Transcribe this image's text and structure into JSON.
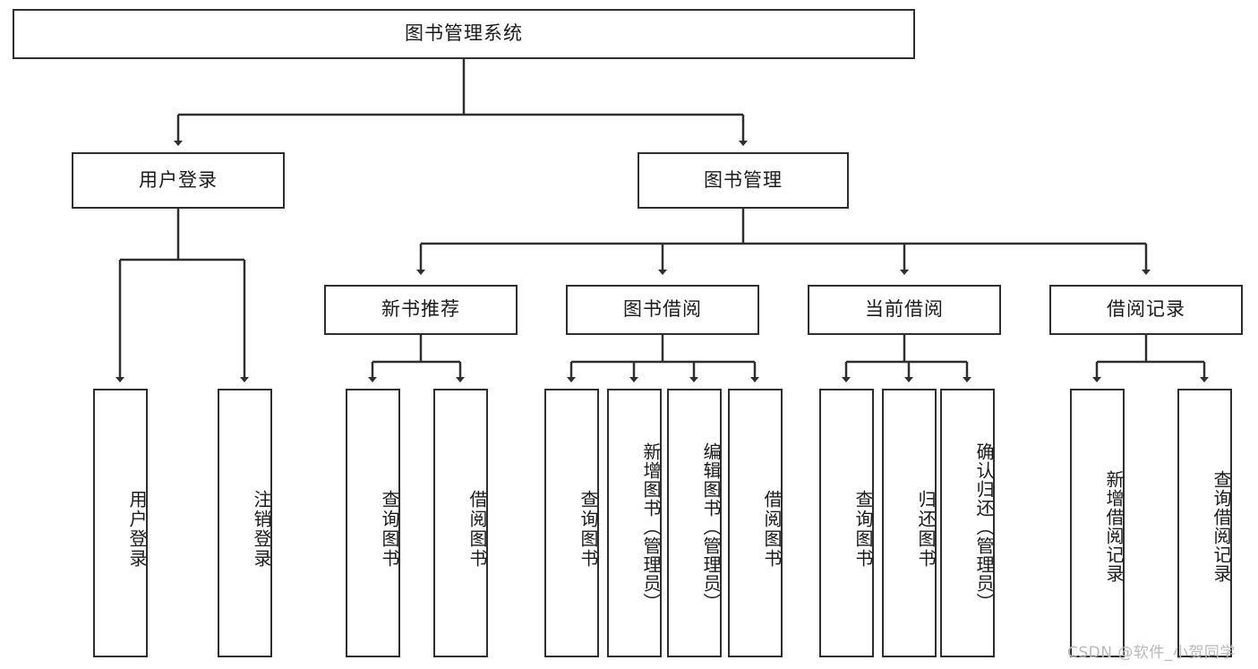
{
  "diagram": {
    "title": "图书管理系统",
    "type": "tree-hierarchy",
    "root": {
      "label": "图书管理系统"
    },
    "level2": [
      {
        "label": "用户登录"
      },
      {
        "label": "图书管理"
      }
    ],
    "level3": [
      {
        "label": "新书推荐"
      },
      {
        "label": "图书借阅"
      },
      {
        "label": "当前借阅"
      },
      {
        "label": "借阅记录"
      }
    ],
    "leaves": {
      "user_login": [
        {
          "label": "用户登录"
        },
        {
          "label": "注销登录"
        }
      ],
      "new_book_recommend": [
        {
          "label": "查询图书"
        },
        {
          "label": "借阅图书"
        }
      ],
      "book_borrow": [
        {
          "label": "查询图书"
        },
        {
          "label": "新增图书（管理员）"
        },
        {
          "label": "编辑图书（管理员）"
        },
        {
          "label": "借阅图书"
        }
      ],
      "current_borrow": [
        {
          "label": "查询图书"
        },
        {
          "label": "归还图书"
        },
        {
          "label": "确认归还（管理员）"
        }
      ],
      "borrow_record": [
        {
          "label": "新增借阅记录"
        },
        {
          "label": "查询借阅记录"
        }
      ]
    }
  },
  "watermark": {
    "text": "CSDN @软件_小贺同学"
  },
  "colors": {
    "stroke": "#2e2e2e",
    "background": "#ffffff",
    "text": "#1a1a1a",
    "watermark": "#b9b9b9"
  }
}
